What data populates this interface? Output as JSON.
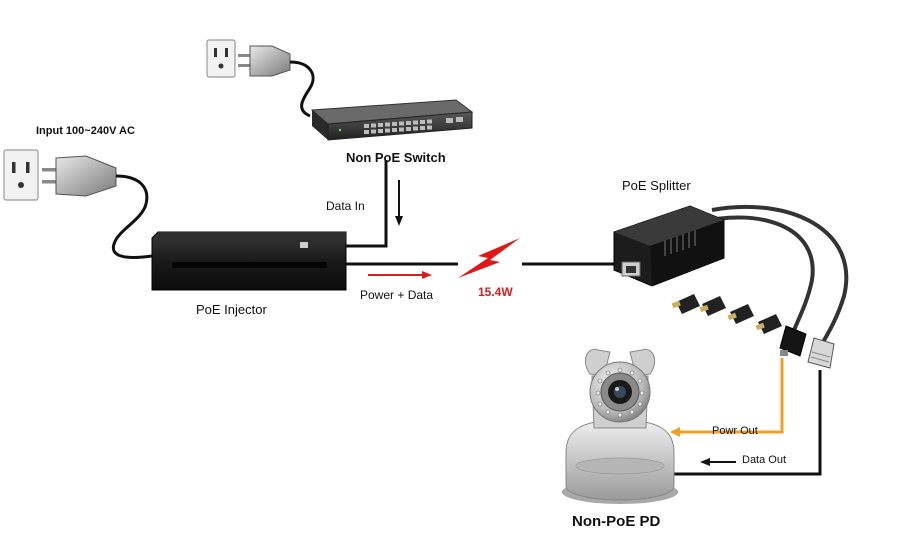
{
  "labels": {
    "input_ac": "Input 100~240V AC",
    "non_poe_switch": "Non PoE Switch",
    "data_in": "Data In",
    "poe_injector": "PoE Injector",
    "power_data": "Power + Data",
    "wattage": "15.4W",
    "poe_splitter": "PoE Splitter",
    "power_out": "Powr Out",
    "data_out": "Data Out",
    "non_poe_pd": "Non-PoE PD"
  },
  "colors": {
    "power_line": "#f0a020",
    "accent_red": "#d42020",
    "device_dark": "#222222",
    "cable": "#111111"
  },
  "icons": [
    "wall-outlet-icon",
    "power-plug-icon",
    "network-switch-icon",
    "poe-injector-icon",
    "lightning-bolt-icon",
    "poe-splitter-icon",
    "dc-connector-tip-icon",
    "rj45-plug-icon",
    "ip-camera-icon"
  ]
}
